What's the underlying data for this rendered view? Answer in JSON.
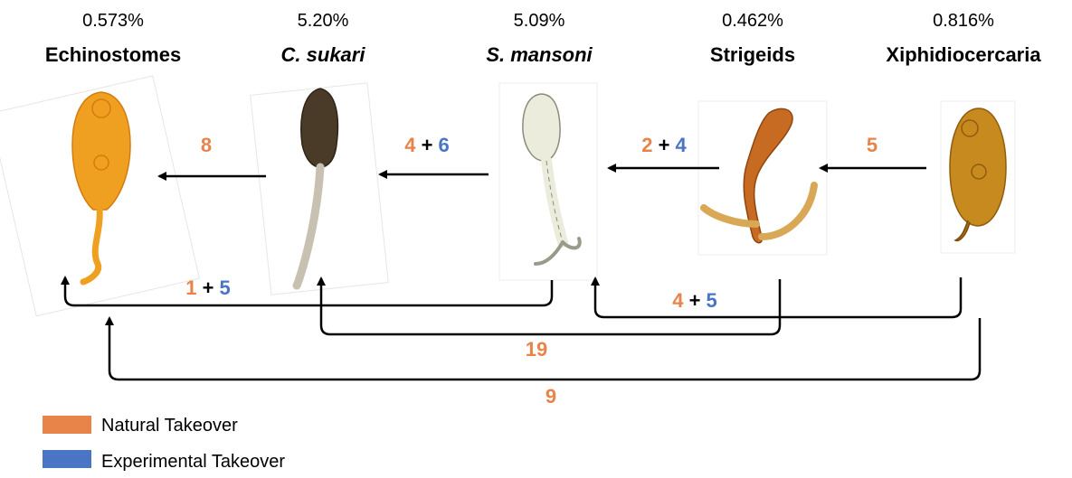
{
  "groups": [
    {
      "percent": "0.573%",
      "name": "Echinostomes",
      "italic": false
    },
    {
      "percent": "5.20%",
      "name": "C. sukari",
      "italic": true
    },
    {
      "percent": "5.09%",
      "name": "S. mansoni",
      "italic": true
    },
    {
      "percent": "0.462%",
      "name": "Strigeids",
      "italic": false
    },
    {
      "percent": "0.816%",
      "name": "Xiphidiocercaria",
      "italic": false
    }
  ],
  "arrows": {
    "sukari_to_echino": {
      "natural": "8"
    },
    "mansoni_to_sukari": {
      "natural": "4",
      "experimental": "6"
    },
    "strigeids_to_mansoni": {
      "natural": "2",
      "experimental": "4"
    },
    "xiphi_to_strigeids": {
      "natural": "5"
    },
    "mansoni_to_echino": {
      "natural": "1",
      "experimental": "5"
    },
    "xiphi_to_mansoni": {
      "natural": "4",
      "experimental": "5"
    },
    "strigeids_to_sukari": {
      "natural": "19"
    },
    "xiphi_to_echino": {
      "natural": "9"
    },
    "plus": "+"
  },
  "legend": {
    "natural": {
      "label": "Natural Takeover",
      "color": "#e8834a"
    },
    "experimental": {
      "label": "Experimental Takeover",
      "color": "#4a74c4"
    }
  }
}
